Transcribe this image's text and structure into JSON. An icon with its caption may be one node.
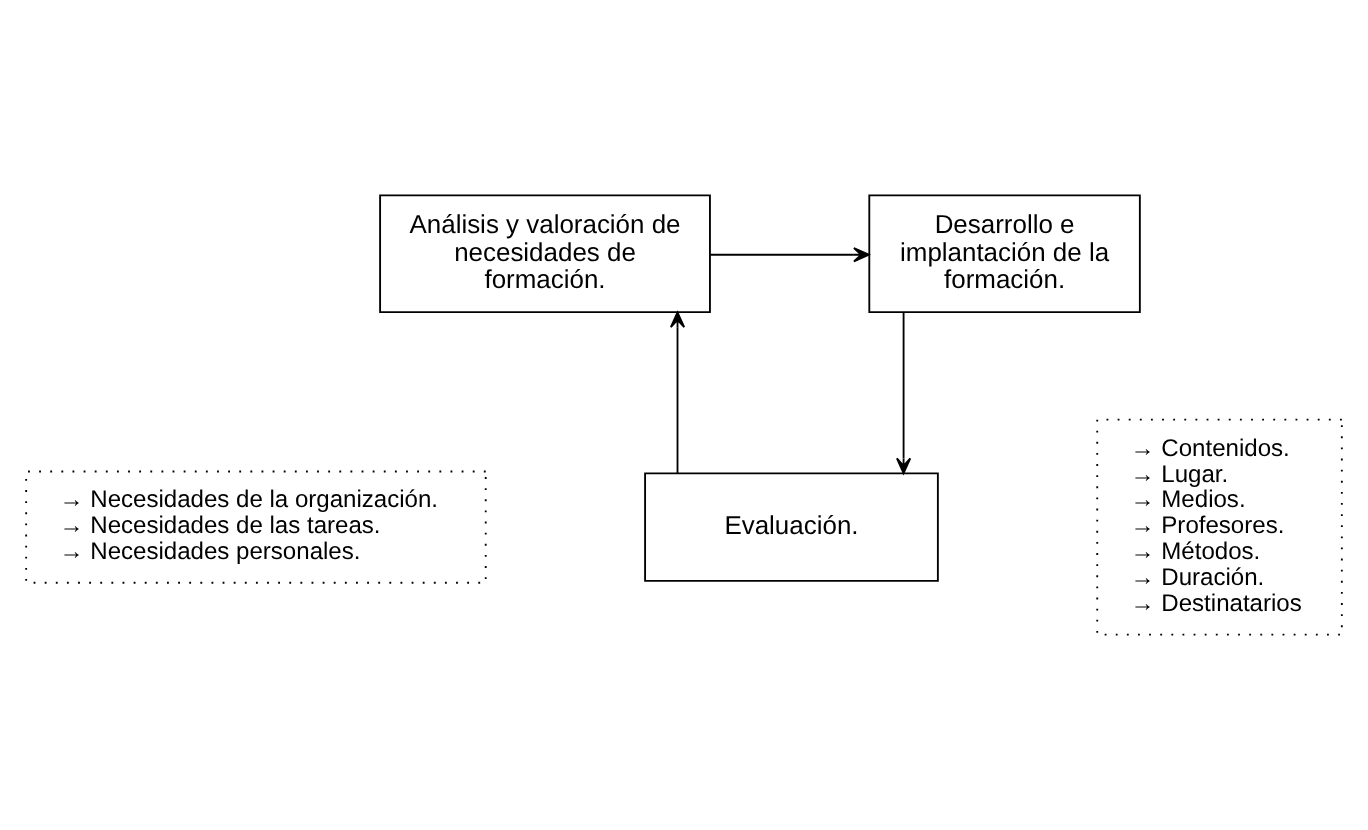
{
  "diagram": {
    "nodes": [
      {
        "text": [
          "Análisis y valoración de necesidades de formación."
        ],
        "beside": [
          "→ Necesidades de la organización.",
          "→ Necesidades de las tareas.",
          "→ Necesidades personales."
        ]
      },
      {
        "text": [
          "Desarrollo e implantación de la formación."
        ],
        "beside": [
          "→ Contenidos.",
          "→ Lugar.",
          "→ Medios.",
          "→ Profesores.",
          "→ Métodos.",
          "→ Duración.",
          "→ Destinatarios"
        ]
      },
      {
        "text": [
          "Evaluación."
        ]
      }
    ],
    "edges": [
      {
        "from": 0,
        "to": 1,
        "arrow": "to"
      },
      {
        "from": 1,
        "to": 2,
        "arrow": "to"
      },
      {
        "from": 2,
        "to": 0,
        "arrow": "to"
      }
    ]
  }
}
